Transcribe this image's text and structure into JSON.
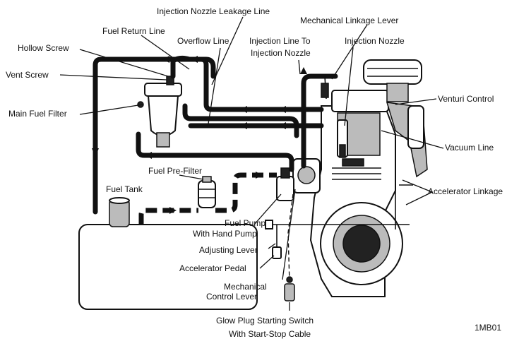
{
  "labels": {
    "injection_nozzle_leakage_line": "Injection Nozzle Leakage Line",
    "mechanical_linkage_lever": "Mechanical Linkage Lever",
    "fuel_return_line": "Fuel Return Line",
    "hollow_screw": "Hollow Screw",
    "overflow_line": "Overflow Line",
    "injection_line_to": "Injection Line To",
    "injection_nozzle_line2": "Injection Nozzle",
    "injection_nozzle": "Injection Nozzle",
    "vent_screw": "Vent Screw",
    "venturi_control": "Venturi Control",
    "main_fuel_filter": "Main Fuel Filter",
    "vacuum_line": "Vacuum Line",
    "fuel_pre_filter": "Fuel Pre-Filter",
    "fuel_tank": "Fuel Tank",
    "accelerator_linkage": "Accelerator Linkage",
    "fuel_pump": "Fuel Pump",
    "with_hand_pump": "With Hand Pump",
    "adjusting_lever": "Adjusting Lever",
    "accelerator_pedal": "Accelerator Pedal",
    "mechanical": "Mechanical",
    "control_lever": "Control Lever",
    "glow_plug_switch": "Glow Plug Starting Switch",
    "with_start_stop_cable": "With Start-Stop Cable",
    "figure_code": "1MB01"
  }
}
